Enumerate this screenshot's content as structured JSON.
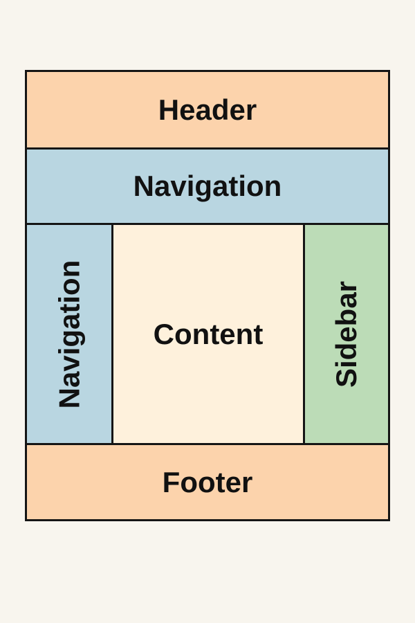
{
  "colors": {
    "page_background": "#f8f5ee",
    "border": "#151515",
    "header": "#fcd3ac",
    "navigation": "#b9d6e1",
    "content": "#fef1dc",
    "sidebar": "#bcdcb7",
    "footer": "#fcd3ac"
  },
  "layout": {
    "header": {
      "label": "Header"
    },
    "navigation_top": {
      "label": "Navigation"
    },
    "navigation_left": {
      "label": "Navigation"
    },
    "content": {
      "label": "Content"
    },
    "sidebar": {
      "label": "Sidebar"
    },
    "footer": {
      "label": "Footer"
    }
  }
}
